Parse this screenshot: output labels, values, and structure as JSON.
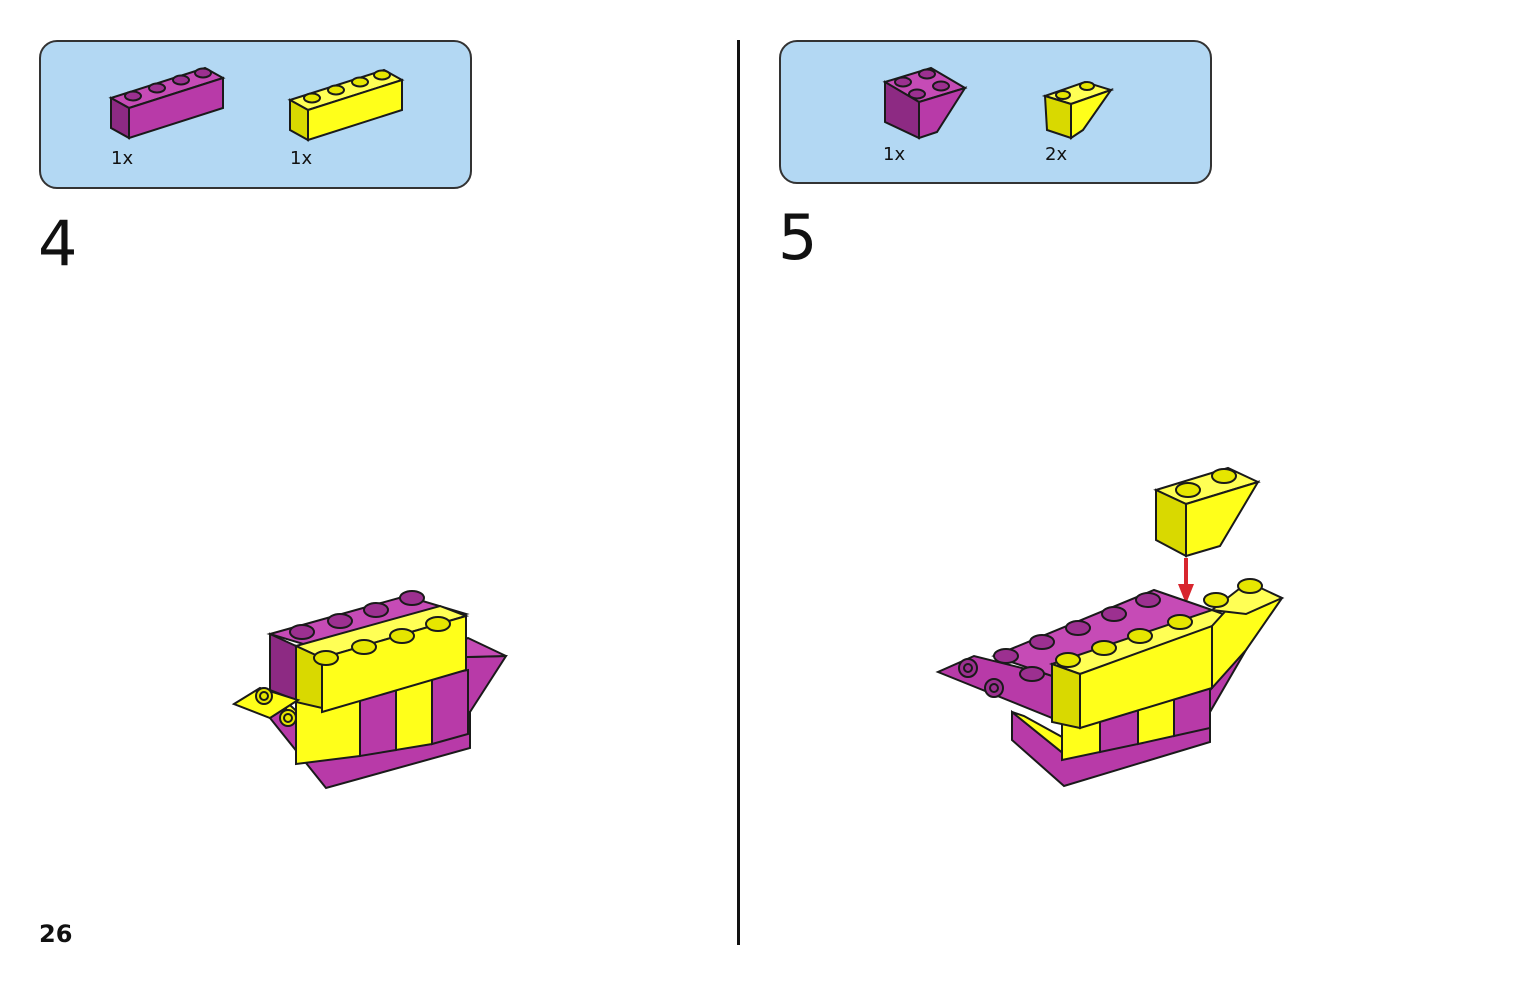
{
  "page_number": "26",
  "steps": [
    {
      "number": "4",
      "parts": [
        {
          "color_name": "magenta",
          "color": "#b83aa8",
          "shape": "brick-1x4",
          "quantity": "1x"
        },
        {
          "color_name": "yellow",
          "color": "#ffff1a",
          "shape": "brick-1x4",
          "quantity": "1x"
        }
      ]
    },
    {
      "number": "5",
      "parts": [
        {
          "color_name": "magenta",
          "color": "#b83aa8",
          "shape": "slope-inverted-2x2",
          "quantity": "1x"
        },
        {
          "color_name": "yellow",
          "color": "#ffff1a",
          "shape": "slope-inverted-1x2",
          "quantity": "2x"
        }
      ]
    }
  ],
  "colors": {
    "magenta": "#b83aa8",
    "magenta_dark": "#8d2a83",
    "yellow": "#ffff1a",
    "yellow_dark": "#d9d900",
    "outline": "#1a1a1a",
    "parts_box_bg": "#b3d8f3",
    "arrow": "#d8262e"
  }
}
